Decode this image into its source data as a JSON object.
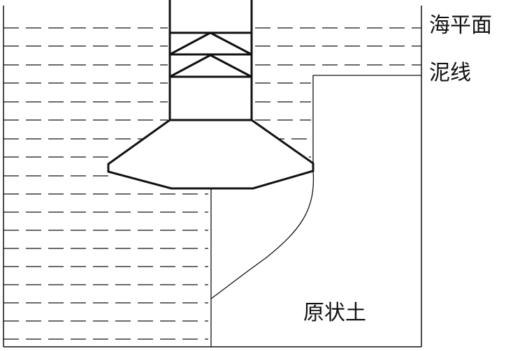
{
  "labels": {
    "sea_level": "海平面",
    "mudline": "泥线",
    "undisturbed_soil": "原状土"
  },
  "colors": {
    "line": "#111111",
    "background": "#ffffff"
  }
}
